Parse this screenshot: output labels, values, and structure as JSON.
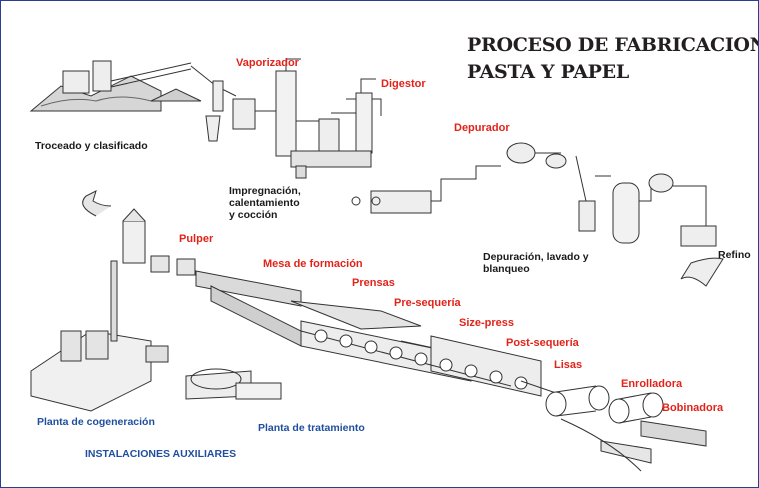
{
  "title": {
    "line1": "PROCESO DE FABRICACION",
    "line2": "PASTA Y PAPEL"
  },
  "stages_red": {
    "vaporizador": "Vaporizador",
    "digestor": "Digestor",
    "depurador": "Depurador",
    "pulper": "Pulper",
    "mesa": "Mesa de formación",
    "prensas": "Prensas",
    "presequeria": "Pre-sequería",
    "sizepress": "Size-press",
    "postsequeria": "Post-sequería",
    "lisas": "Lisas",
    "enrolladora": "Enrolladora",
    "bobinadora": "Bobinadora"
  },
  "stages_black": {
    "troceado": "Troceado y clasificado",
    "impregnacion": "Impregnación,\ncalentamiento\ny cocción",
    "depuracion": "Depuración, lavado y\nblanqueo",
    "refino": "Refino"
  },
  "auxiliary": {
    "cogeneracion": "Planta de cogeneración",
    "tratamiento": "Planta de tratamiento",
    "instalaciones": "INSTALACIONES AUXILIARES"
  },
  "colors": {
    "red": "#e2231a",
    "blue": "#1f4e9e",
    "black": "#1a1a1a",
    "border": "#2c3e8f"
  }
}
